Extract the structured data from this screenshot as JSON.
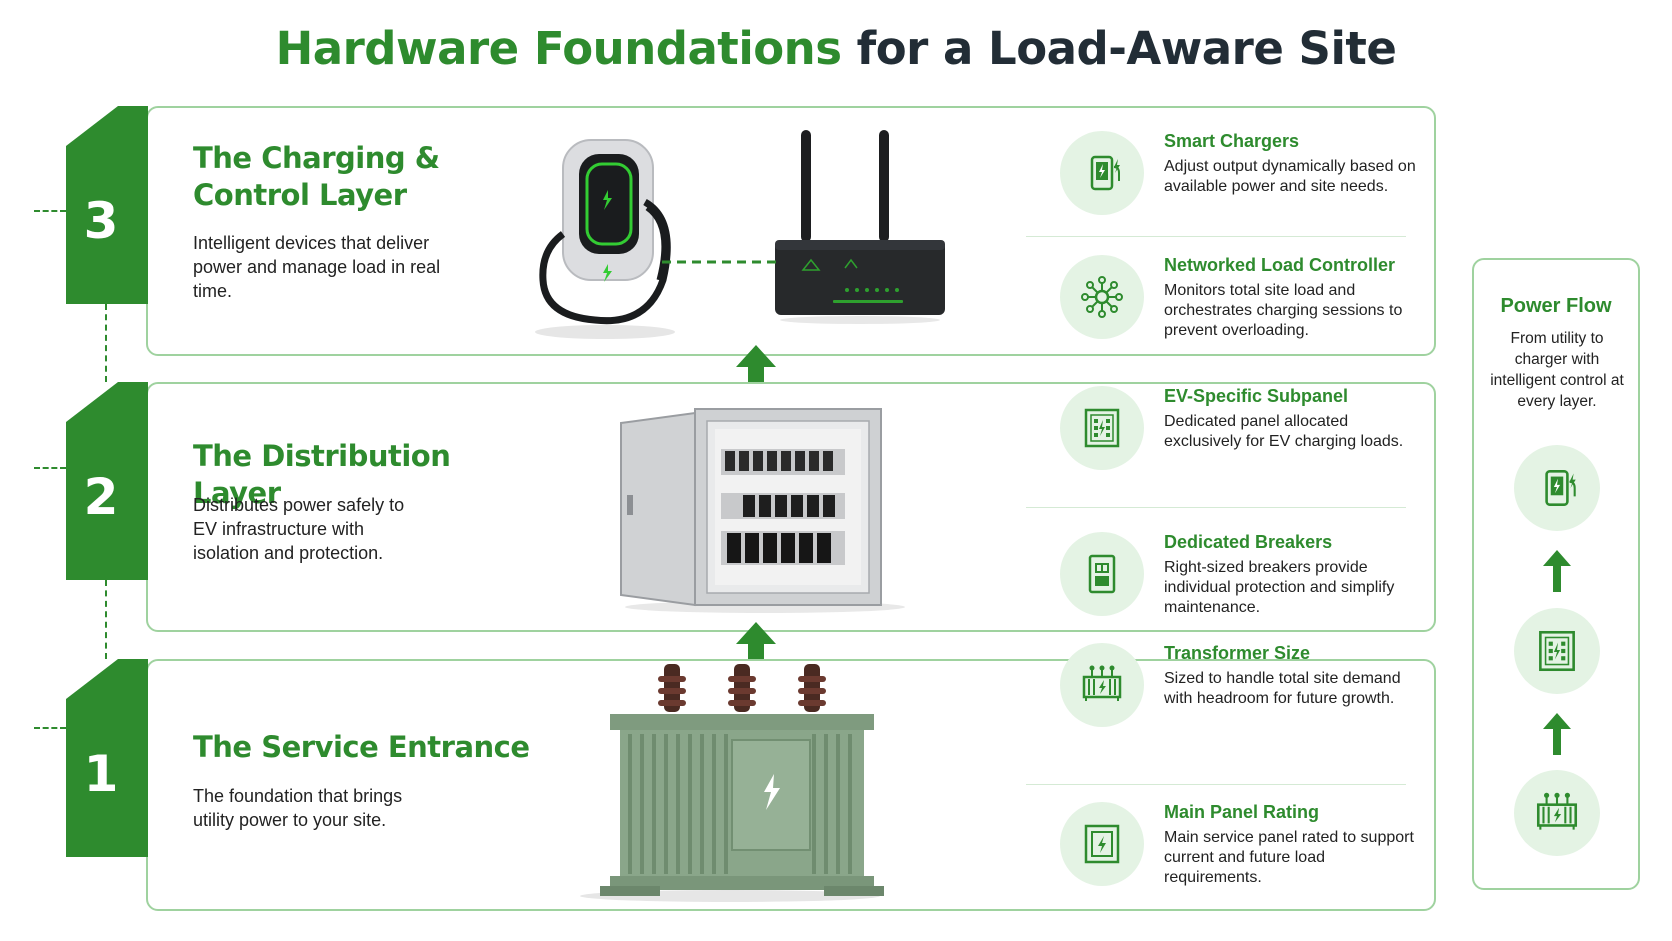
{
  "title": {
    "highlight": "Hardware Foundations",
    "rest": "for a Load-Aware Site"
  },
  "colors": {
    "accent": "#2e8b2e",
    "light": "#e4f3e4",
    "border": "#9fd29f",
    "text": "#222d36"
  },
  "layers": [
    {
      "number": "3",
      "title": "The Charging & Control Layer",
      "description": "Intelligent devices that deliver power and manage load in real time.",
      "illustrations": [
        "ev-charger",
        "network-router"
      ],
      "features": [
        {
          "name": "Smart Chargers",
          "description": "Adjust output dynamically based on available power and site needs.",
          "icon": "charger-icon"
        },
        {
          "name": "Networked Load Controller",
          "description": "Monitors total site load and orchestrates charging sessions to prevent overloading.",
          "icon": "network-hub-icon"
        }
      ]
    },
    {
      "number": "2",
      "title": "The Distribution Layer",
      "description": "Distributes power safely to EV infrastructure with isolation and protection.",
      "illustrations": [
        "electrical-subpanel"
      ],
      "features": [
        {
          "name": "EV-Specific Subpanel",
          "description": "Dedicated panel allocated exclusively for EV charging loads.",
          "icon": "subpanel-icon"
        },
        {
          "name": "Dedicated Breakers",
          "description": "Right-sized breakers provide individual protection and simplify maintenance.",
          "icon": "breaker-icon"
        }
      ]
    },
    {
      "number": "1",
      "title": "The Service Entrance",
      "description": "The foundation that brings utility power to your site.",
      "illustrations": [
        "transformer"
      ],
      "features": [
        {
          "name": "Transformer Size",
          "description": "Sized to handle total site demand with headroom for future growth.",
          "icon": "transformer-icon"
        },
        {
          "name": "Main Panel Rating",
          "description": "Main service panel rated to support current and future load requirements.",
          "icon": "main-panel-icon"
        }
      ]
    }
  ],
  "power_flow": {
    "title": "Power Flow",
    "description": "From utility to charger with intelligent control at every layer.",
    "steps": [
      "charger-icon",
      "subpanel-icon",
      "transformer-icon"
    ]
  }
}
